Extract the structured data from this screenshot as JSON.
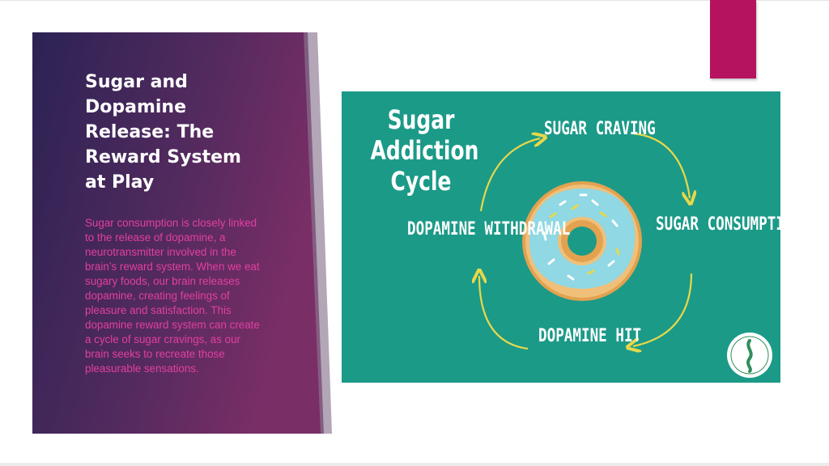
{
  "slide": {
    "title": "Sugar and Dopamine Release: The Reward System at Play",
    "body": "Sugar consumption is closely linked to the release of dopamine, a neurotransmitter involved in the brain’s reward system. When we eat sugary foods, our brain releases dopamine, creating feelings of pleasure and satisfaction. This dopamine reward system can create a cycle of sugar cravings, as our brain seeks to recreate those pleasurable sensations."
  },
  "figure": {
    "title": "Sugar Addiction Cycle",
    "stages": {
      "craving": "SUGAR CRAVING",
      "consumption": "SUGAR CONSUMPTION",
      "hit": "DOPAMINE HIT",
      "withdrawal": "DOPAMINE WITHDRAWAL"
    },
    "icons": {
      "center": "donut-icon",
      "logo": "spine-logo-icon"
    }
  },
  "colors": {
    "accent": "#b5135f",
    "panel_dark": "#2c2254",
    "panel_light": "#7a2e66",
    "figure_bg": "#1b9a88",
    "arrow": "#e7d84a",
    "body_text": "#e23fa0",
    "icing": "#8fd8e4",
    "dough": "#e2a24f"
  }
}
